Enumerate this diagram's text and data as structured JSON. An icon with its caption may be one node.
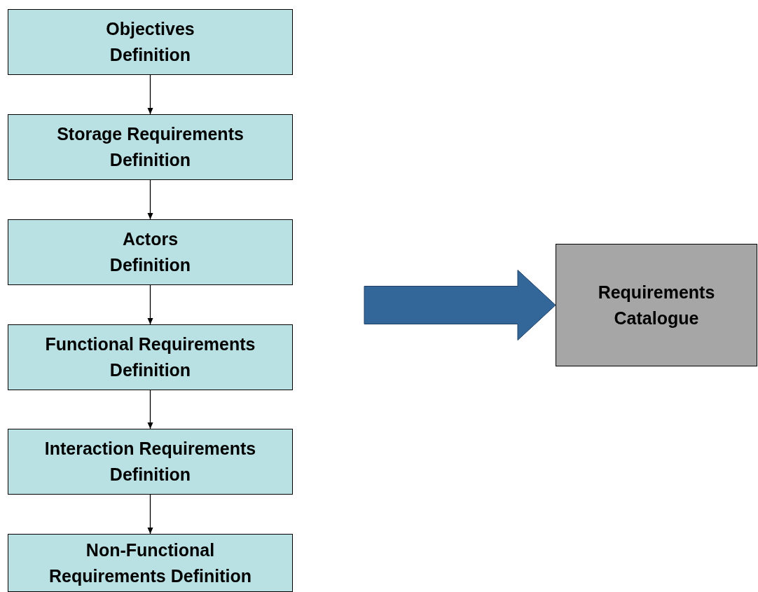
{
  "diagram": {
    "nodes": [
      {
        "text": [
          "Objectives Definition"
        ]
      },
      {
        "text": [
          "Storage Requirements Definition"
        ]
      },
      {
        "text": [
          "Actors Definition"
        ]
      },
      {
        "text": [
          "Functional Requirements Definition"
        ]
      },
      {
        "text": [
          "Interaction Requirements Definition"
        ]
      },
      {
        "text": [
          "Non-Functional Requirements Definition"
        ]
      },
      {
        "text": [
          "Requirements Catalogue"
        ]
      }
    ],
    "edges": [
      {
        "from": 0,
        "to": 1,
        "arrow": "to"
      },
      {
        "from": 1,
        "to": 2,
        "arrow": "to"
      },
      {
        "from": 2,
        "to": 3,
        "arrow": "to"
      },
      {
        "from": 3,
        "to": 4,
        "arrow": "to"
      },
      {
        "from": 4,
        "to": 5,
        "arrow": "to"
      },
      {
        "from": null,
        "to": 6,
        "arrow": "to",
        "style": "thick",
        "color": "#336699"
      }
    ]
  }
}
